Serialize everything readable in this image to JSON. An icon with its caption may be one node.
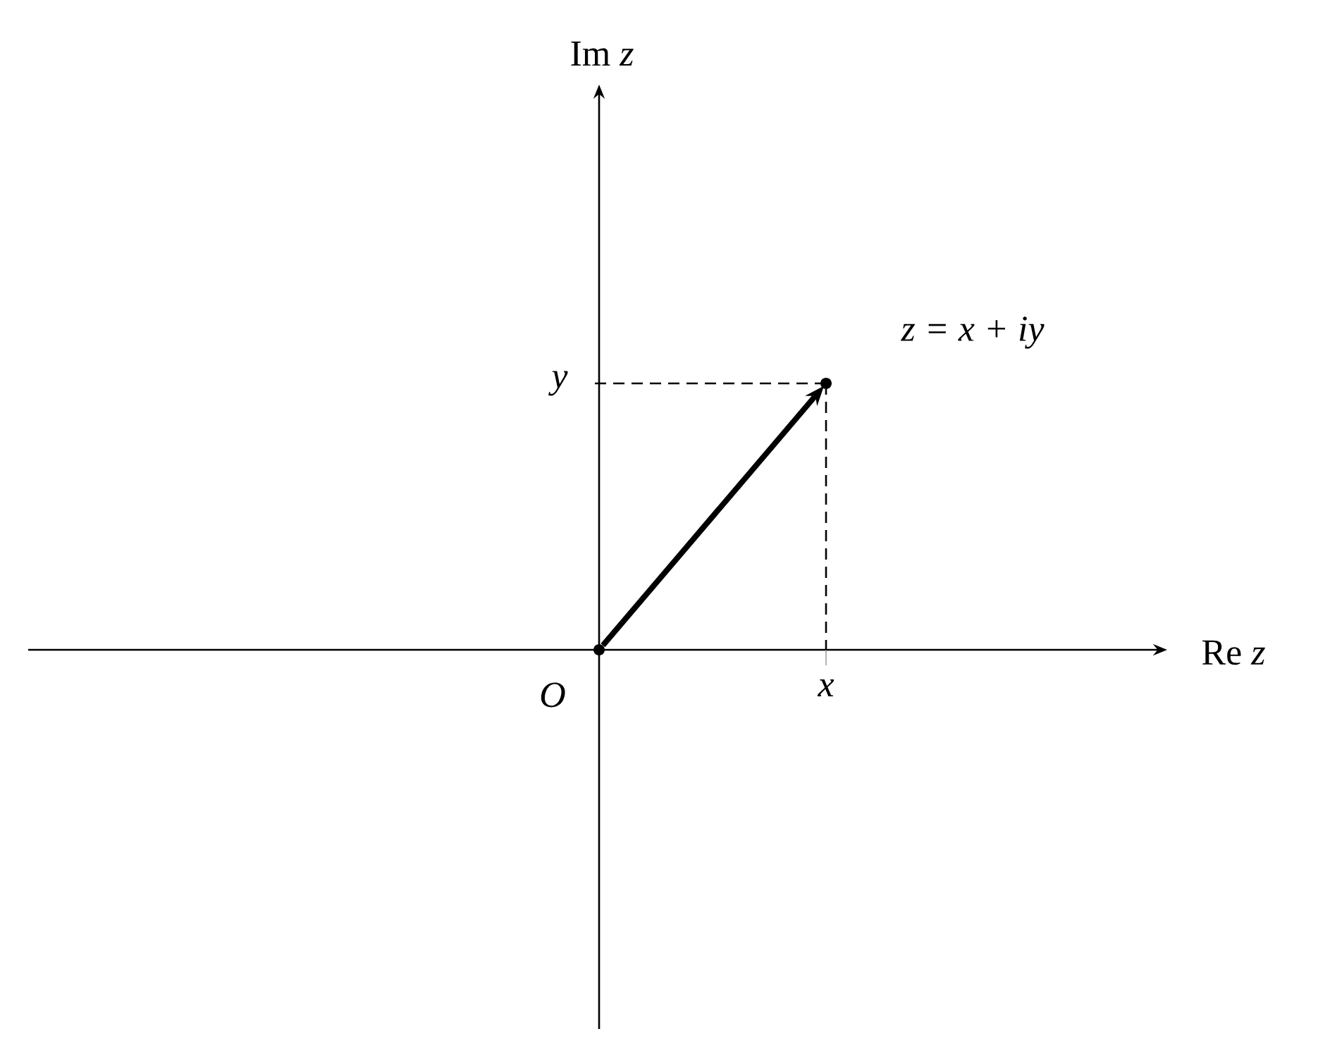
{
  "diagram": {
    "nodes": [
      {
        "text": [],
        "shape": "circle",
        "beside": [
          "O"
        ]
      },
      {
        "text": [],
        "shape": "circle",
        "beside": [
          "*z* = *x* + *iy*"
        ]
      }
    ],
    "edges": [
      {
        "from": 0,
        "to": 1,
        "arrow": "to"
      }
    ],
    "labels": [
      "Im *z*",
      "*y*",
      "Re *z*",
      "*x*"
    ]
  }
}
